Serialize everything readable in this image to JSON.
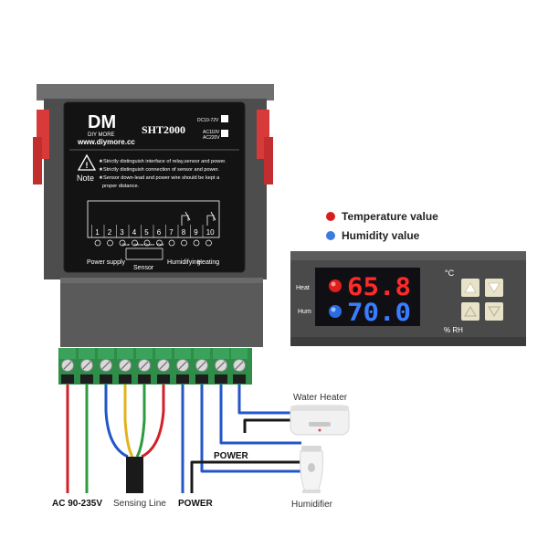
{
  "label_panel": {
    "brand_logo": "DM",
    "brand_sub": "DIY MORE",
    "website": "www.diymore.cc",
    "model": "SHT2000",
    "voltage_options": [
      "DC10-72V",
      "AC110V",
      "AC220V"
    ],
    "note_label": "Note",
    "notes": [
      "★Strictly distinguish interface of relay,sensor and power.",
      "★Strictly distinguish connection of sensor and power.",
      "★Sensor down-lead and power wire should be kept a",
      "proper distance."
    ],
    "terminal_numbers": [
      "1",
      "2",
      "3",
      "4",
      "5",
      "6",
      "7",
      "8",
      "9",
      "10"
    ],
    "sensor_wire_colors": [
      "Blue",
      "Yellow",
      "Green",
      "Red"
    ],
    "group_labels": {
      "power_supply": "Power supply",
      "sensor": "Sensor",
      "humidifying": "Humidifying",
      "heating": "Heating"
    }
  },
  "legend": {
    "items": [
      {
        "label": "Temperature value",
        "color": "#d91c1c"
      },
      {
        "label": "Humidity value",
        "color": "#3a7be0"
      }
    ]
  },
  "display": {
    "heat_label": "Heat",
    "hum_label": "Hum",
    "temperature": "65.8",
    "humidity": "70.0",
    "temp_unit": "°C",
    "hum_unit": "% RH",
    "buttons": [
      "up",
      "down",
      "up-outline",
      "down-outline"
    ]
  },
  "wiring": {
    "ac_label": "AC 90-235V",
    "sensing_label": "Sensing Line",
    "power_label": "POWER",
    "power_label_2": "POWER",
    "water_heater_label": "Water Heater",
    "humidifier_label": "Humidifier",
    "wire_colors": {
      "red": "#d2202a",
      "green": "#2e9b3f",
      "blue": "#2356c9",
      "yellow": "#e3b21f",
      "black": "#1a1a1a",
      "terminal_green": "#2f8d4a"
    }
  }
}
